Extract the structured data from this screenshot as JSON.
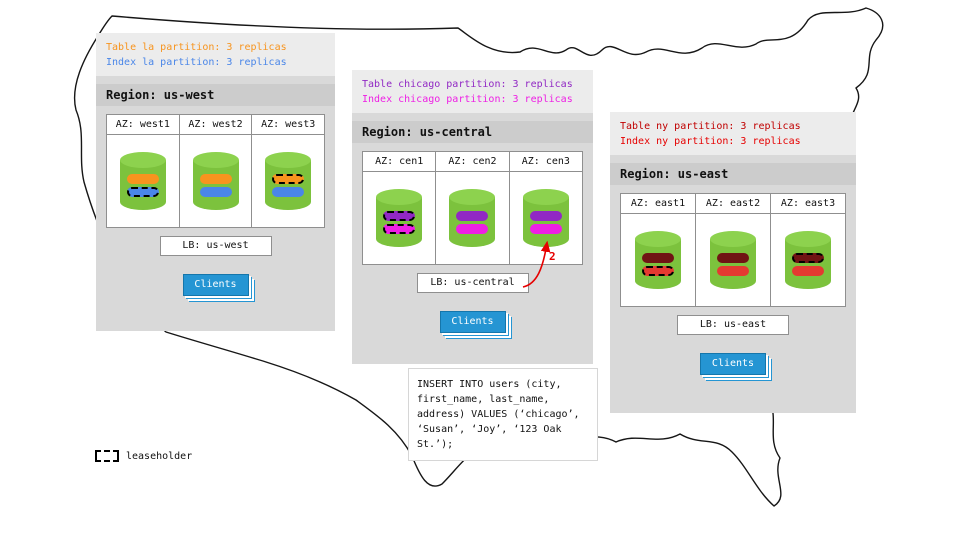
{
  "regions": [
    {
      "name": "us-west",
      "title": "Region: us-west",
      "notes": [
        {
          "text": "Table la partition: 3 replicas",
          "color": "#f7941e"
        },
        {
          "text": "Index la partition: 3 replicas",
          "color": "#4a86e8"
        }
      ],
      "azs": [
        {
          "label": "AZ: west1",
          "bars": [
            {
              "color": "#f7941e",
              "leaseholder": false
            },
            {
              "color": "#4a86e8",
              "leaseholder": true
            }
          ]
        },
        {
          "label": "AZ: west2",
          "bars": [
            {
              "color": "#f7941e",
              "leaseholder": false
            },
            {
              "color": "#4a86e8",
              "leaseholder": false
            }
          ]
        },
        {
          "label": "AZ: west3",
          "bars": [
            {
              "color": "#f7941e",
              "leaseholder": true
            },
            {
              "color": "#4a86e8",
              "leaseholder": false
            }
          ]
        }
      ],
      "lb": "LB: us-west",
      "clients": "Clients"
    },
    {
      "name": "us-central",
      "title": "Region: us-central",
      "notes": [
        {
          "text": "Table chicago partition: 3 replicas",
          "color": "#9128c4"
        },
        {
          "text": "Index chicago partition: 3 replicas",
          "color": "#ee1fe4"
        }
      ],
      "azs": [
        {
          "label": "AZ: cen1",
          "bars": [
            {
              "color": "#9128c4",
              "leaseholder": true
            },
            {
              "color": "#ee1fe4",
              "leaseholder": true
            }
          ]
        },
        {
          "label": "AZ: cen2",
          "bars": [
            {
              "color": "#9128c4",
              "leaseholder": false
            },
            {
              "color": "#ee1fe4",
              "leaseholder": false
            }
          ]
        },
        {
          "label": "AZ: cen3",
          "bars": [
            {
              "color": "#9128c4",
              "leaseholder": false
            },
            {
              "color": "#ee1fe4",
              "leaseholder": false
            }
          ]
        }
      ],
      "lb": "LB: us-central",
      "clients": "Clients"
    },
    {
      "name": "us-east",
      "title": "Region: us-east",
      "notes": [
        {
          "text": "Table ny partition: 3 replicas",
          "color": "#c00000"
        },
        {
          "text": "Index ny partition: 3 replicas",
          "color": "#e60000"
        }
      ],
      "azs": [
        {
          "label": "AZ: east1",
          "bars": [
            {
              "color": "#701414",
              "leaseholder": false
            },
            {
              "color": "#e43a31",
              "leaseholder": true
            }
          ]
        },
        {
          "label": "AZ: east2",
          "bars": [
            {
              "color": "#701414",
              "leaseholder": false
            },
            {
              "color": "#e43a31",
              "leaseholder": false
            }
          ]
        },
        {
          "label": "AZ: east3",
          "bars": [
            {
              "color": "#701414",
              "leaseholder": true
            },
            {
              "color": "#e43a31",
              "leaseholder": false
            }
          ]
        }
      ],
      "lb": "LB: us-east",
      "clients": "Clients"
    }
  ],
  "annotation": {
    "step_label": "2",
    "color": "#e60000"
  },
  "sql_note": {
    "lines": [
      "INSERT INTO users (city,",
      "first_name, last_name,",
      "address) VALUES (‘chicago’,",
      "‘Susan’, ‘Joy’, ‘123 Oak",
      "St.’);"
    ]
  },
  "legend": {
    "label": "leaseholder"
  },
  "colors": {
    "panel_bg": "#d9d9d9",
    "notes_bg": "#ececec",
    "title_bar_bg": "#cccccc",
    "box_border": "#8f8f8f",
    "cylinder_body": "#7cc23d",
    "cylinder_top": "#8dd24e",
    "clients_bg": "#2595d3",
    "clients_border": "#1576ab",
    "arrow": "#e60000"
  }
}
